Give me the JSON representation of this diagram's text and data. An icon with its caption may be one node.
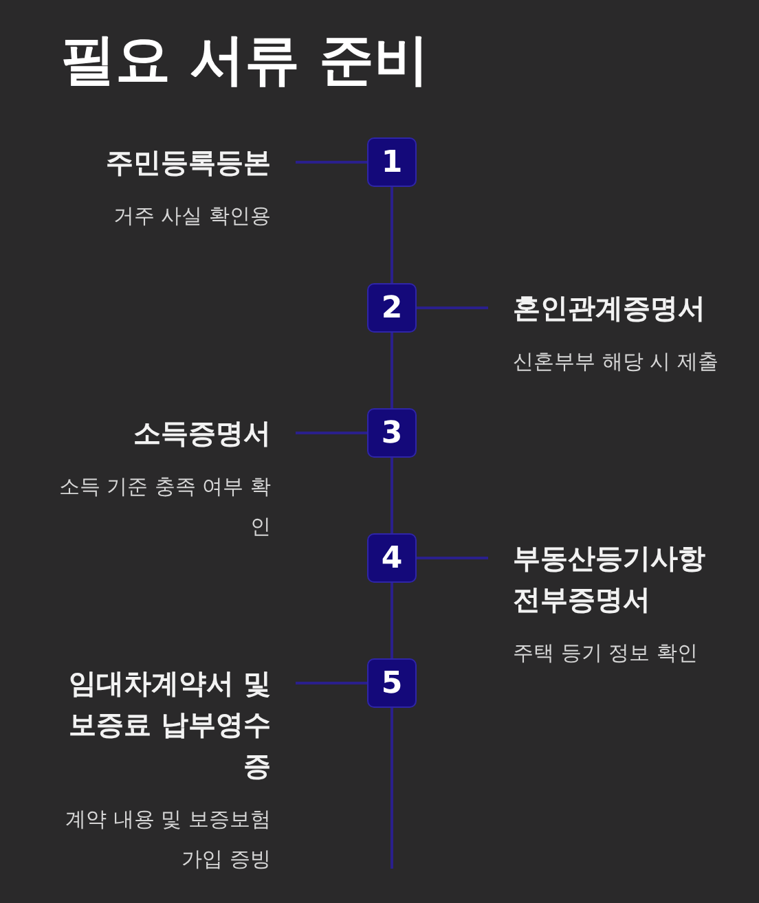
{
  "diagram": {
    "title": "필요 서류 준비",
    "nodes": [
      {
        "text": [
          "1"
        ]
      },
      {
        "text": [
          "2"
        ]
      },
      {
        "text": [
          "3"
        ]
      },
      {
        "text": [
          "4"
        ]
      },
      {
        "text": [
          "5"
        ]
      },
      {
        "text": [
          "주민등록등본",
          "거주 사실 확인용"
        ]
      },
      {
        "text": [
          "혼인관계증명서",
          "신혼부부 해당 시 제출"
        ]
      },
      {
        "text": [
          "소득증명서",
          "소득 기준 충족 여부 확인"
        ]
      },
      {
        "text": [
          "부동산등기사항 전부증명서",
          "주택 등기 정보 확인"
        ]
      },
      {
        "text": [
          "임대차계약서 및 보증료 납부영수증",
          "계약 내용 및 보증보험 가입 증빙"
        ]
      }
    ],
    "edges": [
      {
        "from": 5,
        "to": 0,
        "arrow": "none"
      },
      {
        "from": 1,
        "to": 6,
        "arrow": "none"
      },
      {
        "from": 7,
        "to": 2,
        "arrow": "none"
      },
      {
        "from": 3,
        "to": 8,
        "arrow": "none"
      },
      {
        "from": 9,
        "to": 4,
        "arrow": "none"
      },
      {
        "from": 0,
        "to": 1,
        "arrow": "none"
      },
      {
        "from": 1,
        "to": 2,
        "arrow": "none"
      },
      {
        "from": 2,
        "to": 3,
        "arrow": "none"
      },
      {
        "from": 3,
        "to": 4,
        "arrow": "none"
      },
      {
        "from": 4,
        "to": null,
        "arrow": "none"
      }
    ]
  }
}
